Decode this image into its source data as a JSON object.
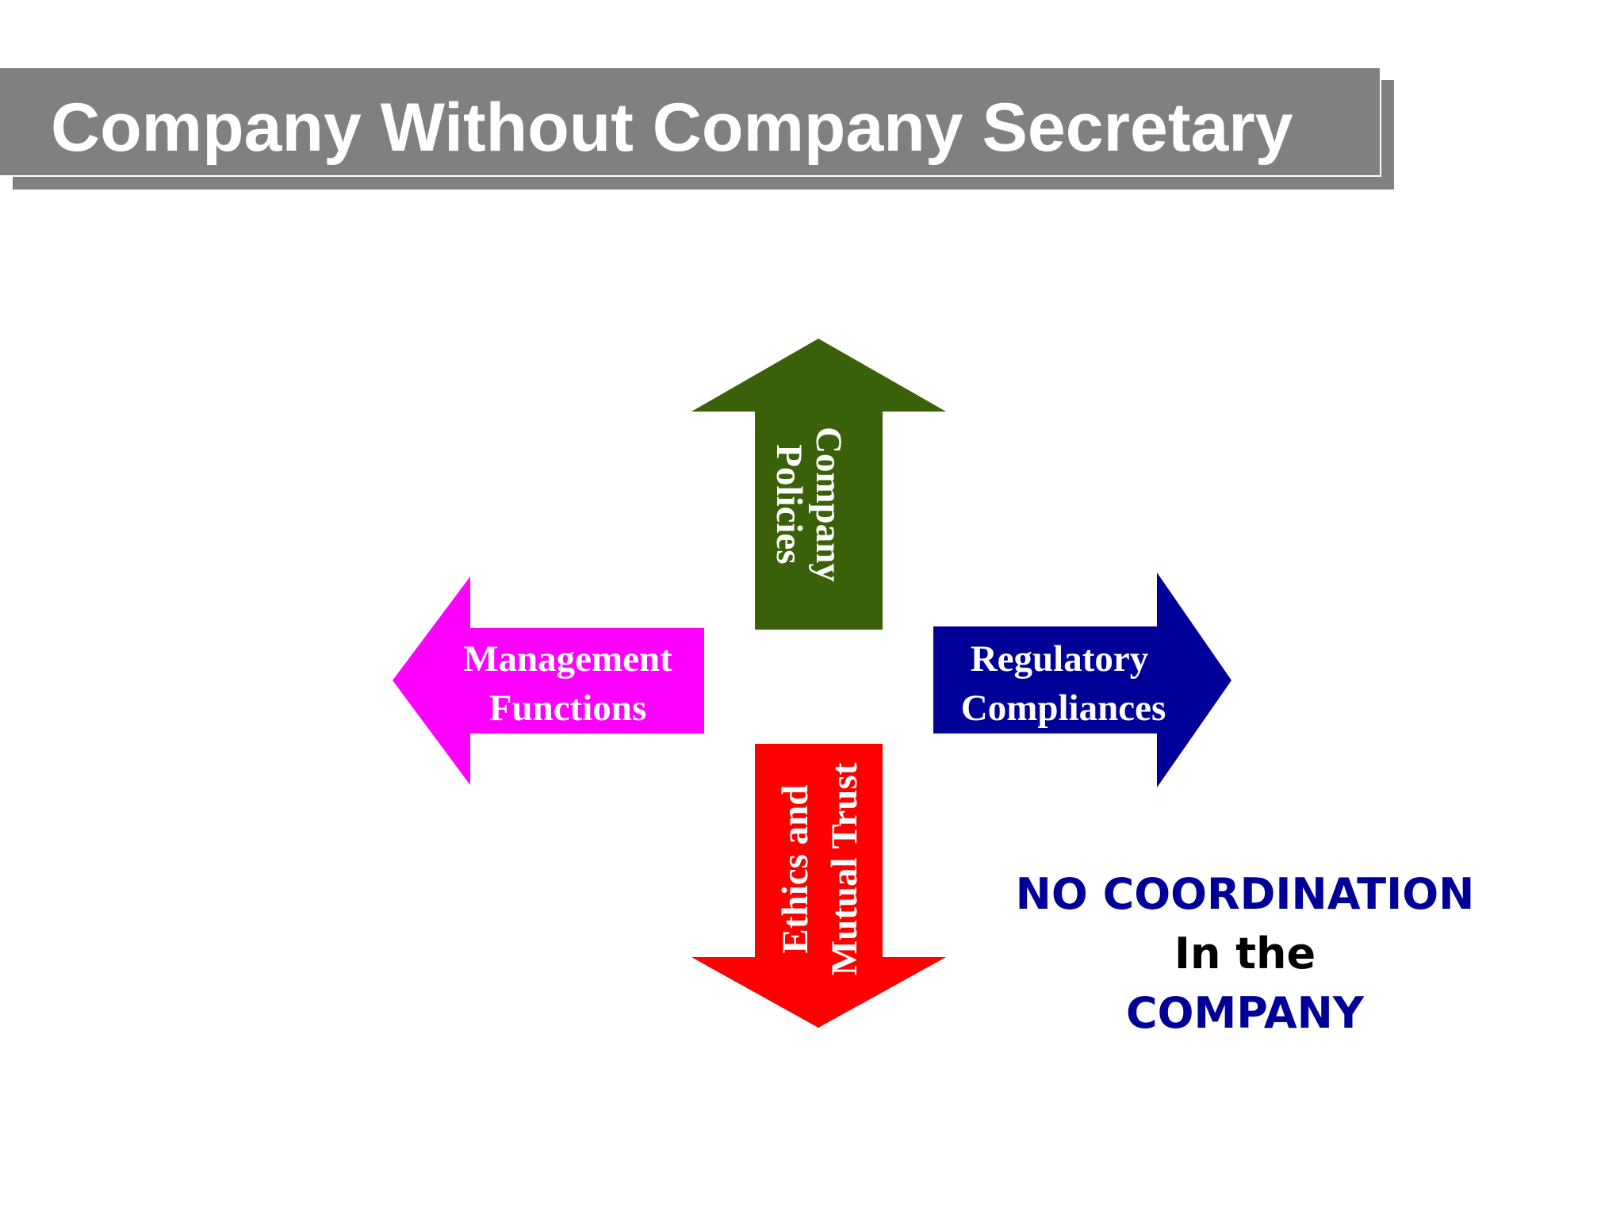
{
  "title": "Company Without Company Secretary",
  "arrows": {
    "up": {
      "lines": [
        "Company",
        "Policies"
      ],
      "color": "#3a6109"
    },
    "left": {
      "lines": [
        "Management",
        "Functions"
      ],
      "color": "#ff00ff"
    },
    "right": {
      "lines": [
        "Regulatory",
        "Compliances"
      ],
      "color": "#000099"
    },
    "down": {
      "lines": [
        "Ethics and",
        "Mutual Trust"
      ],
      "color": "#ff0000"
    }
  },
  "conclusion": {
    "line1": "NO COORDINATION",
    "line2": "In the",
    "line3": "COMPANY",
    "accent_color": "#000099",
    "secondary_color": "#000000"
  }
}
